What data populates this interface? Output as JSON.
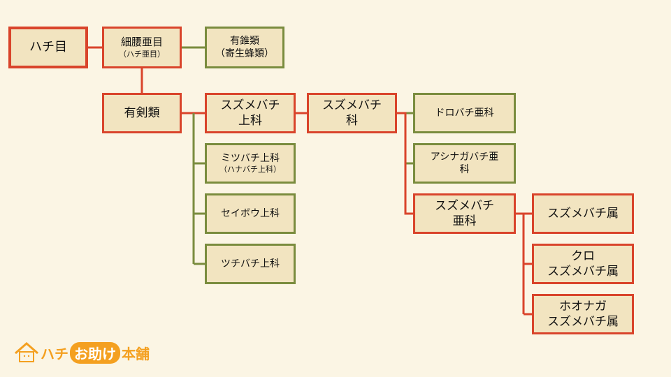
{
  "nodes": {
    "order": "ハチ目",
    "suborder": {
      "main": "細腰亜目",
      "sub": "（ハチ亜目）"
    },
    "parasitica": {
      "main": "有錐類",
      "sub": "（寄生蜂類）"
    },
    "aculeata": "有剣類",
    "vespoidea": "スズメバチ\n上科",
    "apoidea": {
      "main": "ミツバチ上科",
      "sub": "（ハナバチ上科）"
    },
    "chrysidoidea": "セイボウ上科",
    "scolioidea": "ツチバチ上科",
    "vespidae": "スズメバチ\n科",
    "eumeninae": "ドロバチ亜科",
    "polistinae": "アシナガバチ亜\n科",
    "vespinae": "スズメバチ\n亜科",
    "vespa": "スズメバチ属",
    "vespula": "クロ\nスズメバチ属",
    "dolichovespula": "ホオナガ\nスズメバチ属"
  },
  "logo": {
    "part1": "ハチ",
    "part2": "お助け",
    "part3": "本舗"
  },
  "colors": {
    "highlight": "#d9442b",
    "other": "#7a8c3e",
    "fill": "#f2e4c0",
    "background": "#fbf5e4"
  }
}
